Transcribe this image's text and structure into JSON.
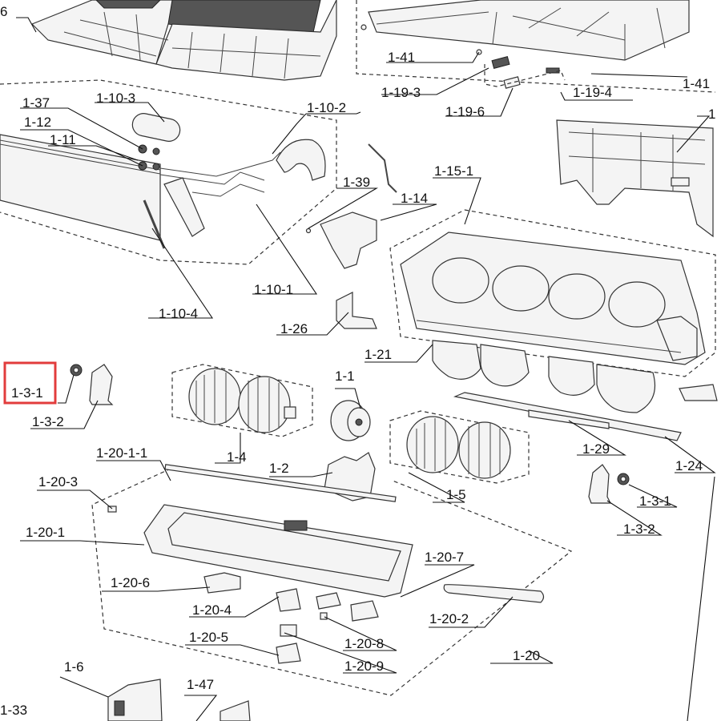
{
  "diagram": {
    "highlight_color": "#e23c3c",
    "labels": {
      "l_6_top": "6",
      "l_1_41_a": "1-41",
      "l_1_41_b": "1-41",
      "l_1_19_3": "1-19-3",
      "l_1_19_4": "1-19-4",
      "l_1_19_6": "1-19-6",
      "l_1_37": "1-37",
      "l_1_10_3": "1-10-3",
      "l_1_10_2": "1-10-2",
      "l_1_12": "1-12",
      "l_1_11": "1-11",
      "l_1_39": "1-39",
      "l_1_14": "1-14",
      "l_1_15_1": "1-15-1",
      "l_1_10_1": "1-10-1",
      "l_1_10_4": "1-10-4",
      "l_1_26": "1-26",
      "l_1_21": "1-21",
      "l_1_3_1_hl": "1-3-1",
      "l_1_3_2_a": "1-3-2",
      "l_1_1": "1-1",
      "l_1_4": "1-4",
      "l_1_2": "1-2",
      "l_1_29": "1-29",
      "l_1_24": "1-24",
      "l_1_5": "1-5",
      "l_1_3_1_b": "1-3-1",
      "l_1_3_2_b": "1-3-2",
      "l_1_20_1_1": "1-20-1-1",
      "l_1_20_3": "1-20-3",
      "l_1_20_1": "1-20-1",
      "l_1_20_7": "1-20-7",
      "l_1_20_6": "1-20-6",
      "l_1_20_4": "1-20-4",
      "l_1_20_2": "1-20-2",
      "l_1_20_5": "1-20-5",
      "l_1_20_8": "1-20-8",
      "l_1_20_9": "1-20-9",
      "l_1_20": "1-20",
      "l_1_6": "1-6",
      "l_1_47": "1-47",
      "l_1_33": "1-33",
      "l_1_right": "1"
    }
  }
}
